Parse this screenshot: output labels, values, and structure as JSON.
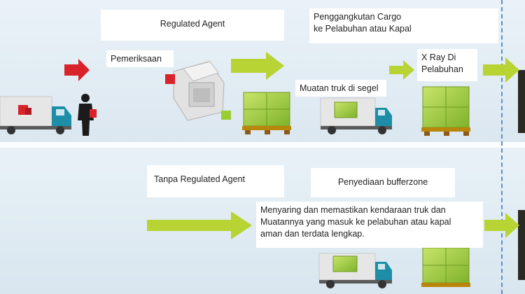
{
  "top_flow": {
    "regulated_agent": "Regulated Agent",
    "pemeriksaan": "Pemeriksaan",
    "pengangkutan_line1": "Penggangkutan Cargo",
    "pengangkutan_line2": "ke Pelabuhan atau Kapal",
    "muatan_truk": "Muatan truk di segel",
    "xray_line1": "X Ray Di",
    "xray_line2": "Pelabuhan"
  },
  "bottom_flow": {
    "tanpa_ra": "Tanpa Regulated Agent",
    "bufferzone": "Penyediaan bufferzone",
    "menyaring_line1": "Menyaring dan memastikan kendaraan truk dan",
    "menyaring_line2": "Muatannya yang masuk ke pelabuhan atau kapal",
    "menyaring_line3": "aman dan terdata lengkap."
  },
  "colors": {
    "arrow_green": "#b8d334",
    "arrow_red": "#d8232a",
    "crate": "#9acd32",
    "pallet": "#b8860b",
    "truck_cab": "#1e8ea8",
    "truck_box": "#e6e6e6",
    "divider_line": "#5b8fc4"
  },
  "icons": [
    "truck-icon",
    "person-icon",
    "xray-machine-icon",
    "cargo-pallet-icon",
    "red-arrow-icon",
    "green-arrow-icon"
  ]
}
